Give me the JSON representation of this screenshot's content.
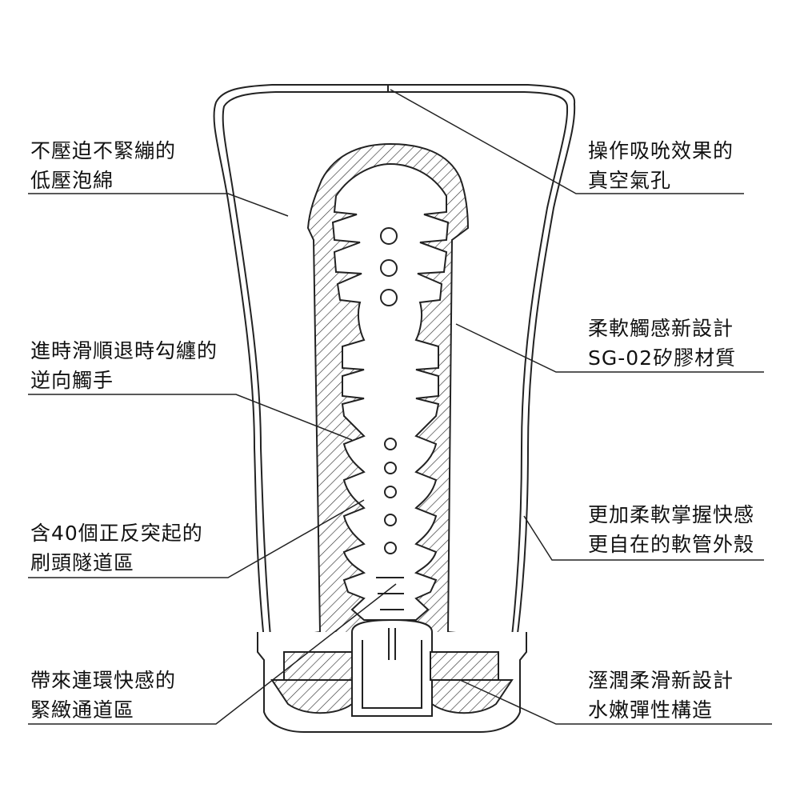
{
  "labels": {
    "left": [
      {
        "line1": "不壓迫不緊繃的",
        "line2": "低壓泡綿"
      },
      {
        "line1": "進時滑順退時勾纏的",
        "line2": "逆向觸手"
      },
      {
        "line1": "含40個正反突起的",
        "line2": "刷頭隧道區"
      },
      {
        "line1": "帶來連環快感的",
        "line2": "緊緻通道區"
      }
    ],
    "right": [
      {
        "line1": "操作吸吮效果的",
        "line2": "真空氣孔"
      },
      {
        "line1": "柔軟觸感新設計",
        "line2": "SG-02矽膠材質"
      },
      {
        "line1": "更加柔軟掌握快感",
        "line2": "更自在的軟管外殼"
      },
      {
        "line1": "溼潤柔滑新設計",
        "line2": "水嫩彈性構造"
      }
    ]
  },
  "colors": {
    "line": "#222222",
    "hatch": "#333333",
    "background": "#ffffff"
  }
}
